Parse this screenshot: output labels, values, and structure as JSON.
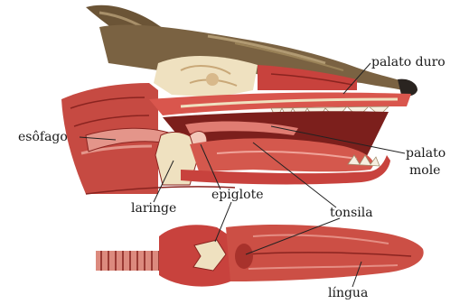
{
  "labels": {
    "palato_duro": "palato duro",
    "esofago": "esôfago",
    "palato_mole_line1": "palato",
    "palato_mole_line2": "mole",
    "epiglote": "epiglote",
    "laringe": "laringe",
    "tonsila": "tonsila",
    "lingua": "língua"
  },
  "colors": {
    "fur": "#6b5436",
    "fur_light": "#b19a72",
    "tissue": "#c8423d",
    "tissue_dark": "#8a2420",
    "tissue_light": "#e4958a",
    "bone": "#efe1c0",
    "line": "#222222"
  }
}
